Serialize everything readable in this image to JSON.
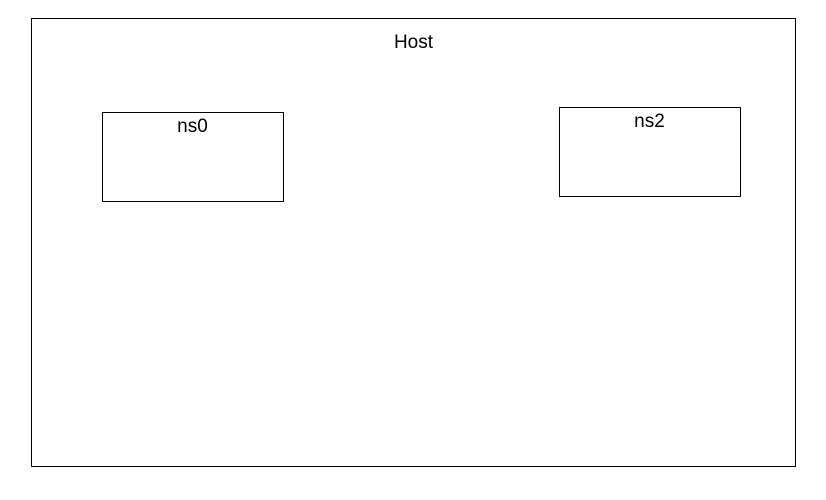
{
  "diagram": {
    "host": {
      "label": "Host"
    },
    "nodes": [
      {
        "label": "ns0"
      },
      {
        "label": "ns2"
      }
    ],
    "colors": {
      "stroke": "#000000",
      "fill": "#ffffff",
      "text": "#000000",
      "canvas_background": "#ffffff"
    }
  }
}
